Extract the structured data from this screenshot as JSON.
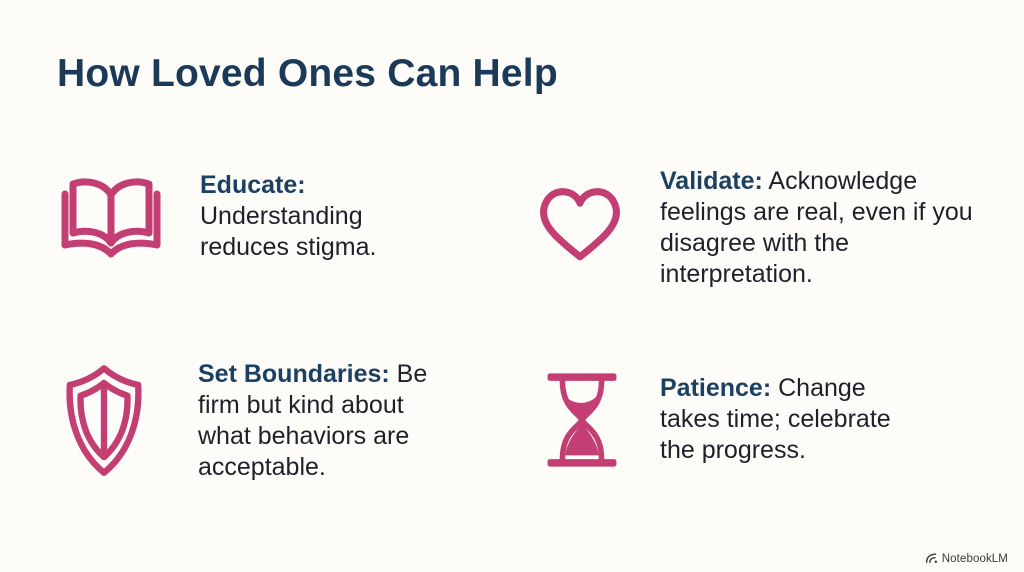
{
  "slide": {
    "title": "How Loved Ones Can Help",
    "items": [
      {
        "icon": "book",
        "lead": "Educate:",
        "body": "Understanding reduces stigma."
      },
      {
        "icon": "heart",
        "lead": "Validate:",
        "body": "Acknowledge feelings are real, even if you disagree with the interpretation."
      },
      {
        "icon": "shield",
        "lead": "Set Boundaries:",
        "body": "Be firm but kind about what behaviors are acceptable."
      },
      {
        "icon": "hourglass",
        "lead": "Patience:",
        "body": "Change takes time; celebrate the progress."
      }
    ],
    "watermark": {
      "label": "NotebookLM"
    },
    "colors": {
      "background": "#fdfcf9",
      "accent_pink": "#c33e72",
      "heading_navy": "#1b3a58",
      "lead_navy": "#1c4061",
      "body_text": "#1f212a",
      "watermark_gray": "#3a3a3a"
    }
  }
}
